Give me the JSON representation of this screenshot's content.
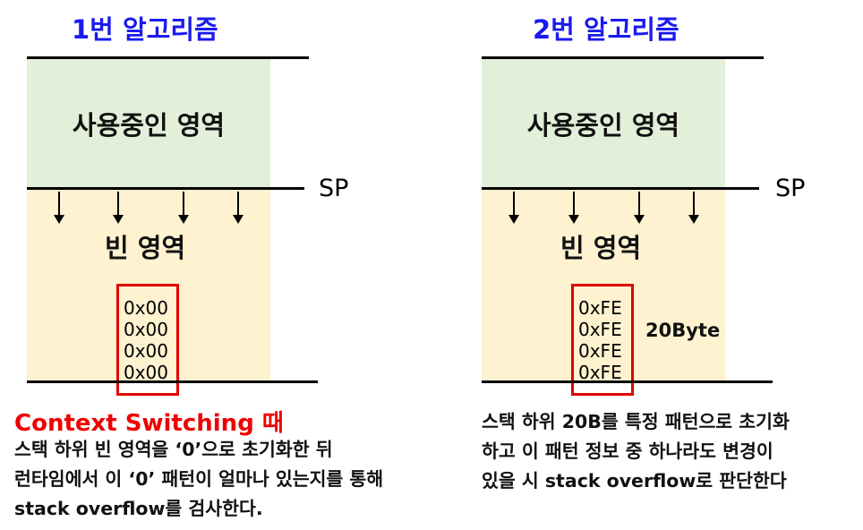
{
  "left": {
    "title": "1번 알고리즘",
    "used_label": "사용중인 영역",
    "sp_label": "SP",
    "empty_label": "빈 영역",
    "pattern_values": [
      "0x00",
      "0x00",
      "0x00",
      "0x00"
    ],
    "heading": "Context Switching 때",
    "description": [
      "스택 하위 빈 영역을 ‘0’으로 초기화한 뒤",
      "런타임에서 이 ‘0’ 패턴이 얼마나 있는지를 통해",
      "stack overflow를 검사한다."
    ]
  },
  "right": {
    "title": "2번 알고리즘",
    "used_label": "사용중인 영역",
    "sp_label": "SP",
    "empty_label": "빈 영역",
    "pattern_values": [
      "0xFE",
      "0xFE",
      "0xFE",
      "0xFE"
    ],
    "size_label": "20Byte",
    "description": [
      "스택 하위 20B를 특정 패턴으로 초기화",
      "하고 이 패턴 정보 중 하나라도 변경이",
      "있을 시 stack overflow로 판단한다"
    ]
  },
  "colors": {
    "title": "#1a1aee",
    "used_area": "#e2efd9",
    "empty_area": "#fef2d0",
    "pattern_box": "#e00000",
    "heading": "#ee0000"
  }
}
